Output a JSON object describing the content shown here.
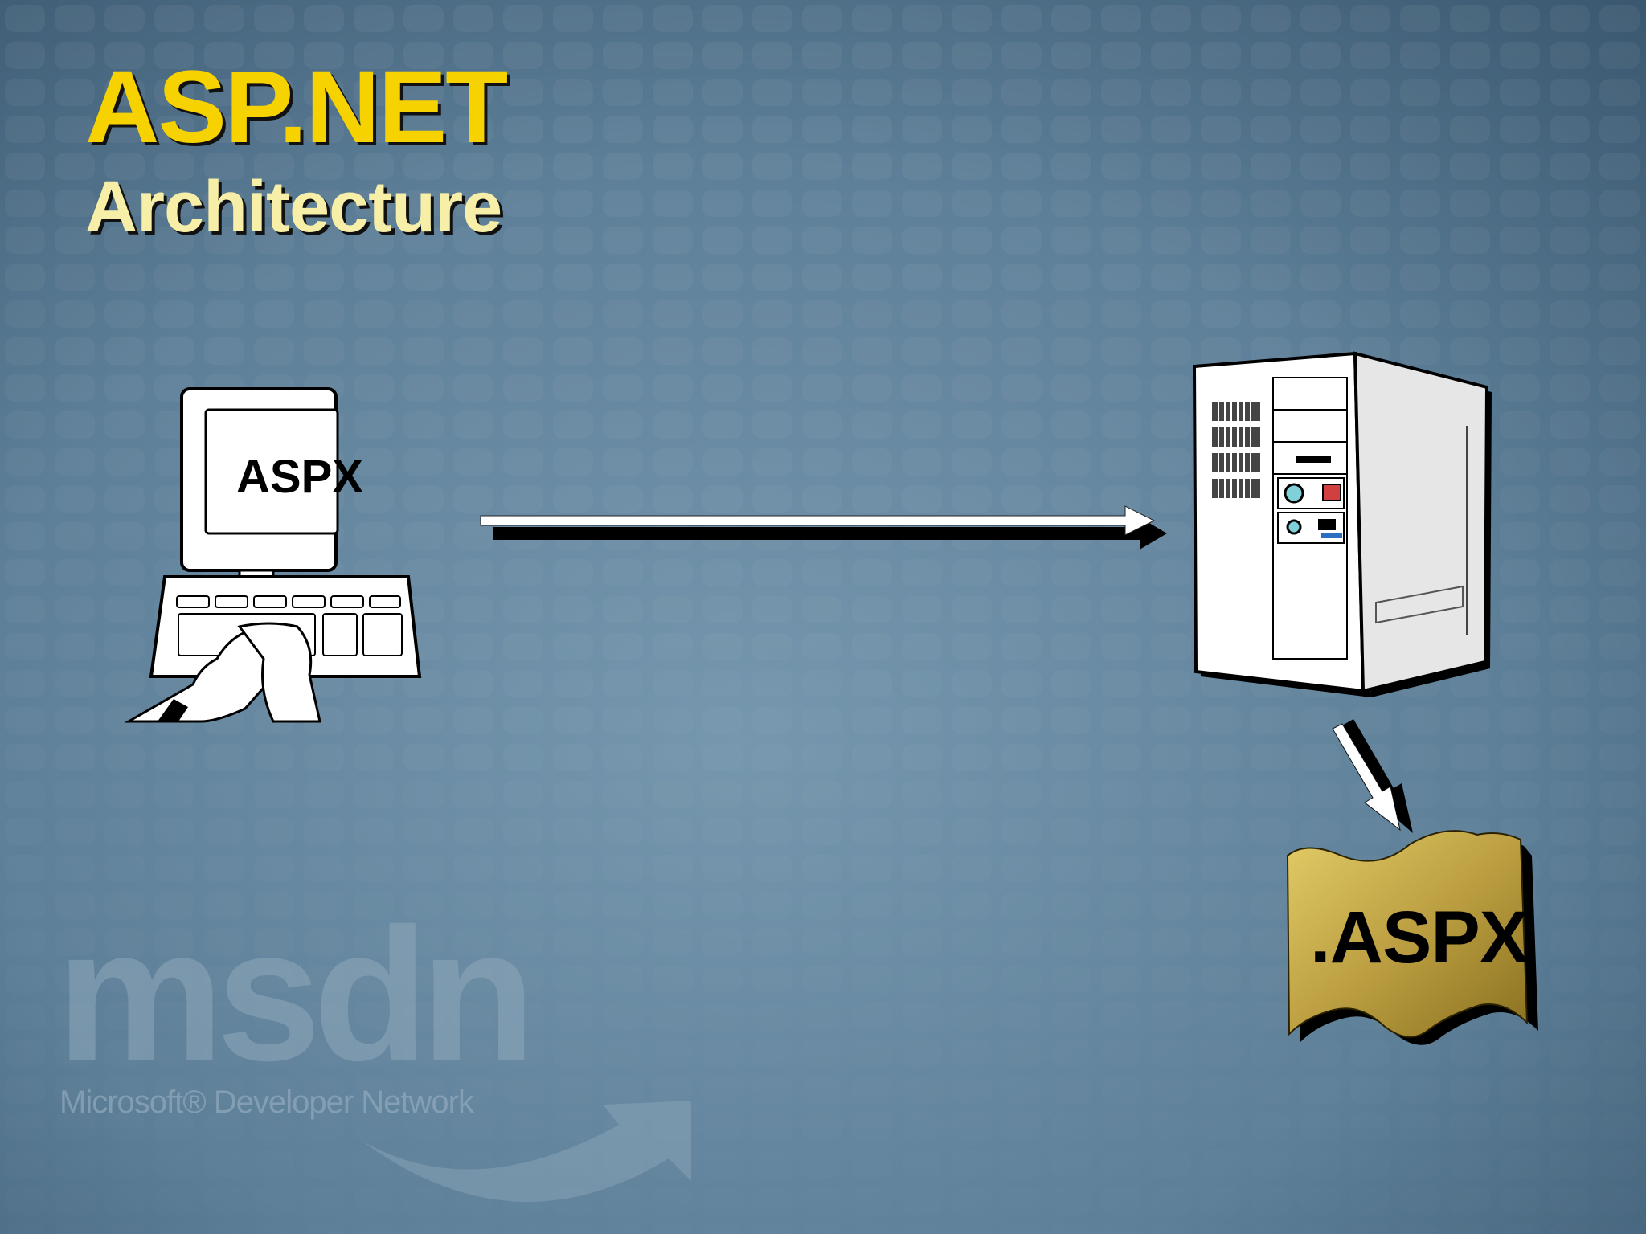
{
  "slide": {
    "title": "ASP.NET",
    "subtitle": "Architecture"
  },
  "client": {
    "screen_label": "ASPX"
  },
  "document": {
    "label": ".ASPX"
  },
  "watermark": {
    "brand": "msdn",
    "tagline": "Microsoft® Developer Network"
  },
  "colors": {
    "background": "#5f819b",
    "title": "#f5d200",
    "subtitle": "#f7eea8",
    "document_fill": "#b59a3a"
  }
}
